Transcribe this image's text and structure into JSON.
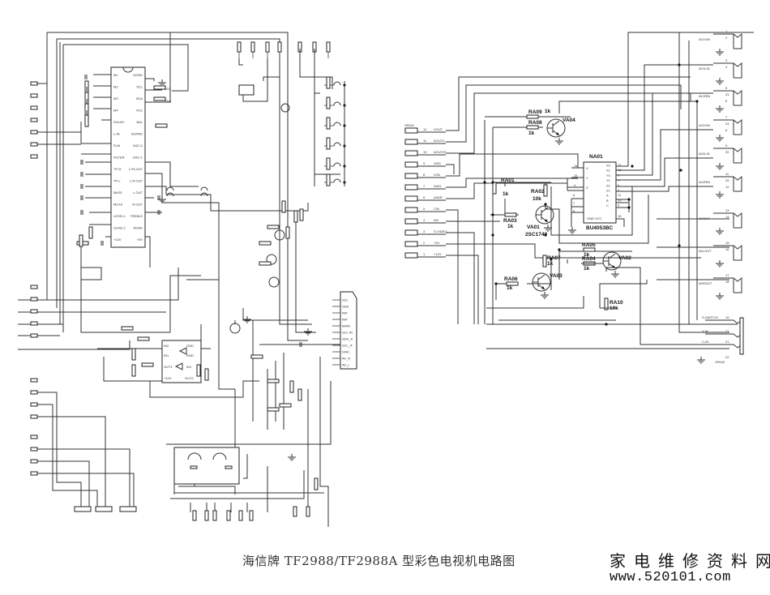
{
  "title": "海信牌 TF2988/TF2988A 型彩色电视机电路图",
  "watermark": {
    "name": "家电维修资料网",
    "url": "www.520101.com"
  },
  "audio_ic": {
    "left_pins": [
      "M1",
      "M2",
      "M3",
      "M4",
      "DOLBY",
      "L-IN",
      "R-IN",
      "FILTER",
      "TP-R",
      "TP-L",
      "BASS",
      "MUTE",
      "LEVEL1",
      "LEVEL2",
      "+12V"
    ],
    "right_pins": [
      "GGND",
      "SCL",
      "SDA",
      "VOL",
      "BAL",
      "SURND",
      "DAC-2",
      "DAC-1",
      "L+R-OUT",
      "L-R-OUT",
      "L-OUT",
      "R-OUT",
      "TREBLE",
      "AGND",
      "+5V"
    ],
    "bus_labels": [
      "SCL",
      "SDA"
    ]
  },
  "av_board": {
    "connector_left": {
      "ref": "XPA01",
      "pins": [
        {
          "num": "12",
          "label": "VOUT"
        },
        {
          "num": "11",
          "label": "AOUT/L"
        },
        {
          "num": "10",
          "label": "AOUT/R"
        },
        {
          "num": "9",
          "label": "GND"
        },
        {
          "num": "8",
          "label": "V/IN"
        },
        {
          "num": "7",
          "label": "AIN/L"
        },
        {
          "num": "6",
          "label": "AIN/R"
        },
        {
          "num": "5",
          "label": "CIN"
        },
        {
          "num": "4",
          "label": "AVI"
        },
        {
          "num": "3",
          "label": "S-VIDEO"
        },
        {
          "num": "2",
          "label": "+5V"
        },
        {
          "num": "1",
          "label": "+12V"
        }
      ]
    },
    "resistors": [
      {
        "ref": "RA09",
        "value": "1k"
      },
      {
        "ref": "RA08",
        "value": "1k"
      },
      {
        "ref": "RA01",
        "value": "1k"
      },
      {
        "ref": "RA02",
        "value": "10k"
      },
      {
        "ref": "RA03",
        "value": "1k"
      },
      {
        "ref": "RA05",
        "value": "1k"
      },
      {
        "ref": "RA04",
        "value": "1k"
      },
      {
        "ref": "RA07",
        "value": "1k"
      },
      {
        "ref": "RA06",
        "value": "1k"
      },
      {
        "ref": "RA10",
        "value": "10k"
      }
    ],
    "transistors": [
      {
        "ref": "VA04",
        "part": ""
      },
      {
        "ref": "VA01",
        "part": "2SC1740"
      },
      {
        "ref": "VA02",
        "part": ""
      },
      {
        "ref": "VA03",
        "part": ""
      }
    ],
    "ic": {
      "ref": "NA01",
      "part": "BU4053BC",
      "left_pins": [
        {
          "num": "14",
          "label": "X"
        },
        {
          "num": "15",
          "label": "Y"
        },
        {
          "num": "4",
          "label": "Z"
        }
      ],
      "right_pins": [
        {
          "num": "12",
          "label": "X0"
        },
        {
          "num": "13",
          "label": "X1"
        },
        {
          "num": "2",
          "label": "Y0"
        },
        {
          "num": "1",
          "label": "Y1"
        },
        {
          "num": "5",
          "label": "Z0"
        },
        {
          "num": "3",
          "label": "Z1"
        },
        {
          "num": "11",
          "label": "A"
        },
        {
          "num": "10",
          "label": "B"
        },
        {
          "num": "9",
          "label": "C"
        }
      ],
      "bottom_label": "GND VCC",
      "other_pins": [
        "6",
        "7",
        "8",
        "16"
      ]
    },
    "connector_right": {
      "ref": "XPA02",
      "jacks": [
        {
          "label": "AV1VIN",
          "pins": [
            "1",
            "2"
          ]
        },
        {
          "label": "AV1LIN",
          "pins": [
            "3",
            "4"
          ]
        },
        {
          "label": "AV1RIN",
          "pins": [
            "5",
            "23",
            "6"
          ]
        },
        {
          "label": "AV2VIN",
          "pins": [
            "7",
            "24",
            "8"
          ]
        },
        {
          "label": "AV2LIN",
          "pins": [
            "9",
            "20"
          ]
        },
        {
          "label": "AV2RIN",
          "pins": [
            "11",
            "25",
            "12"
          ]
        },
        {
          "label": "AVOUT",
          "pins": [
            "13",
            "14"
          ]
        },
        {
          "label": "AVLOUT",
          "pins": [
            "15",
            "16"
          ]
        },
        {
          "label": "AVROUT",
          "pins": [
            "17",
            "18"
          ]
        },
        {
          "label": "S-SWITCH",
          "pins": [
            "19"
          ]
        },
        {
          "label": "Y-IN",
          "pins": [
            "21"
          ]
        },
        {
          "label": "C-IN",
          "pins": [
            "21"
          ]
        }
      ],
      "gnd_pin": "22"
    }
  }
}
